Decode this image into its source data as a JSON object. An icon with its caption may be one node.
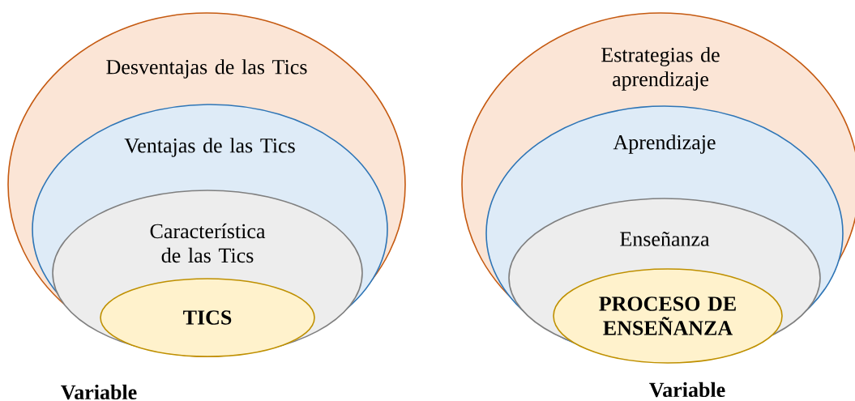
{
  "diagram": {
    "nodes": [
      {
        "text": [
          "Desventajas de las Tics"
        ]
      },
      {
        "text": [
          "Ventajas de las Tics"
        ],
        "in": 0
      },
      {
        "text": [
          "Característica de las Tics"
        ],
        "in": 1
      },
      {
        "text": [
          "TICS"
        ],
        "in": 2
      },
      {
        "text": [
          "Estrategias de aprendizaje"
        ]
      },
      {
        "text": [
          "Aprendizaje"
        ],
        "in": 4
      },
      {
        "text": [
          "Enseñanza"
        ],
        "in": 5
      },
      {
        "text": [
          "PROCESO DE ENSEÑANZA"
        ],
        "in": 6
      }
    ],
    "labels": [
      "Variable",
      "Variable"
    ]
  }
}
